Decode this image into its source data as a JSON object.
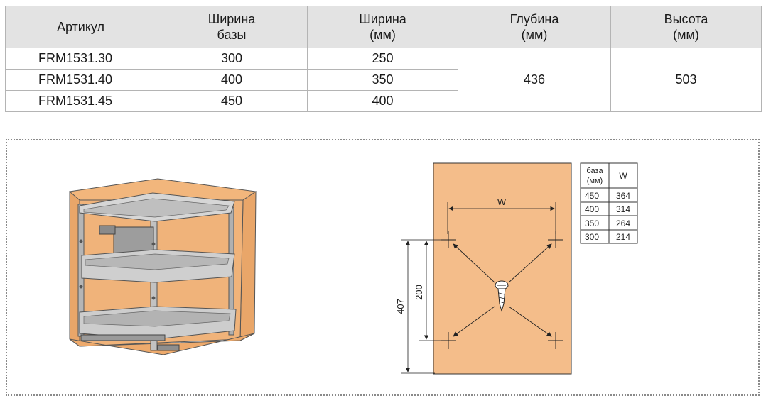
{
  "table": {
    "headers": [
      "Артикул",
      "Ширина\nбазы",
      "Ширина\n(мм)",
      "Глубина\n(мм)",
      "Высота\n(мм)"
    ],
    "rows": [
      {
        "article": "FRM1531.30",
        "base_width": "300",
        "width_mm": "250"
      },
      {
        "article": "FRM1531.40",
        "base_width": "400",
        "width_mm": "350"
      },
      {
        "article": "FRM1531.45",
        "base_width": "450",
        "width_mm": "400"
      }
    ],
    "depth_mm": "436",
    "height_mm": "503"
  },
  "drawing": {
    "w_label": "W",
    "dim_407": "407",
    "dim_200": "200",
    "panel_color": "#f4bd8a",
    "cabinet_color": "#f0b37a"
  },
  "mini_table": {
    "header_base": "база\n(мм)",
    "header_w": "W",
    "rows": [
      {
        "base": "450",
        "w": "364"
      },
      {
        "base": "400",
        "w": "314"
      },
      {
        "base": "350",
        "w": "264"
      },
      {
        "base": "300",
        "w": "214"
      }
    ]
  }
}
